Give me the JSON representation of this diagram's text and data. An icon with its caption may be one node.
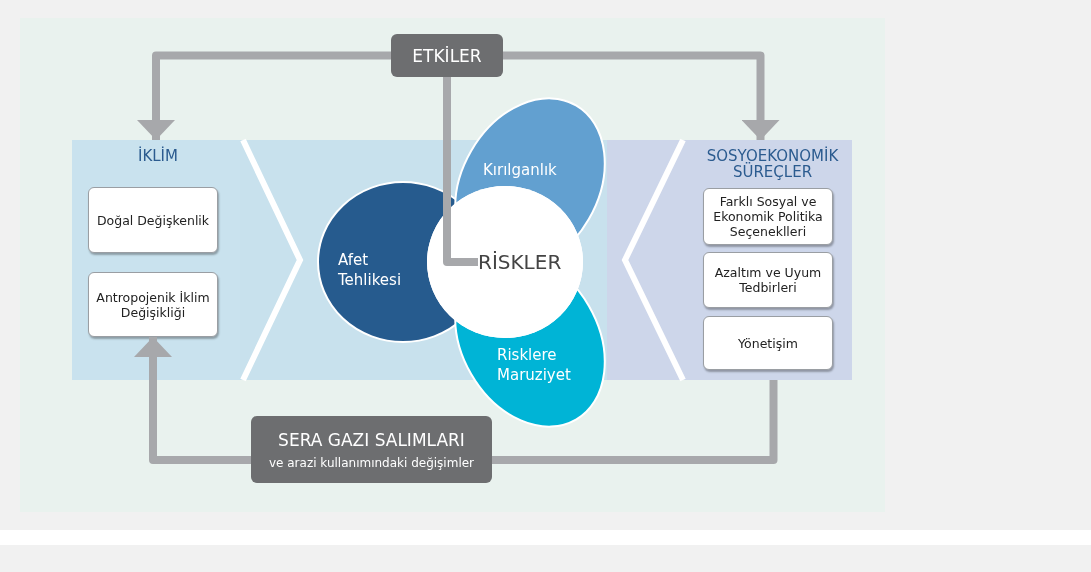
{
  "diagram": {
    "nodes": [
      {
        "text": [
          "ETKİLER"
        ]
      },
      {
        "text": [
          "İKLİM"
        ]
      },
      {
        "text": [
          "Doğal Değişkenlik"
        ],
        "in": 1
      },
      {
        "text": [
          "Antropojenik İklim Değişikliği"
        ],
        "in": 1
      },
      {
        "text": [
          "Afet Tehlikesi"
        ]
      },
      {
        "text": [
          "Kırılganlık"
        ]
      },
      {
        "text": [
          "Risklere Maruziyet"
        ]
      },
      {
        "text": [
          "RİSKLER"
        ]
      },
      {
        "text": [
          "SOSYOEKONOMİK SÜREÇLER"
        ]
      },
      {
        "text": [
          "Farklı Sosyal ve Ekonomik Politika Seçeneklleri"
        ],
        "in": 8
      },
      {
        "text": [
          "Azaltım ve Uyum Tedbirleri"
        ],
        "in": 8
      },
      {
        "text": [
          "Yönetişim"
        ],
        "in": 8
      },
      {
        "text": [
          "SERA GAZI SALIMLARI",
          "ve arazi kullanımındaki değişimler"
        ]
      }
    ],
    "edges": [
      {
        "from": 0,
        "to": 1,
        "arrow": "to"
      },
      {
        "from": 0,
        "to": 8,
        "arrow": "to"
      },
      {
        "from": 0,
        "to": 7,
        "arrow": "none"
      },
      {
        "from": 8,
        "to": 12,
        "arrow": "none"
      },
      {
        "from": 12,
        "to": 3,
        "arrow": "to"
      }
    ]
  }
}
